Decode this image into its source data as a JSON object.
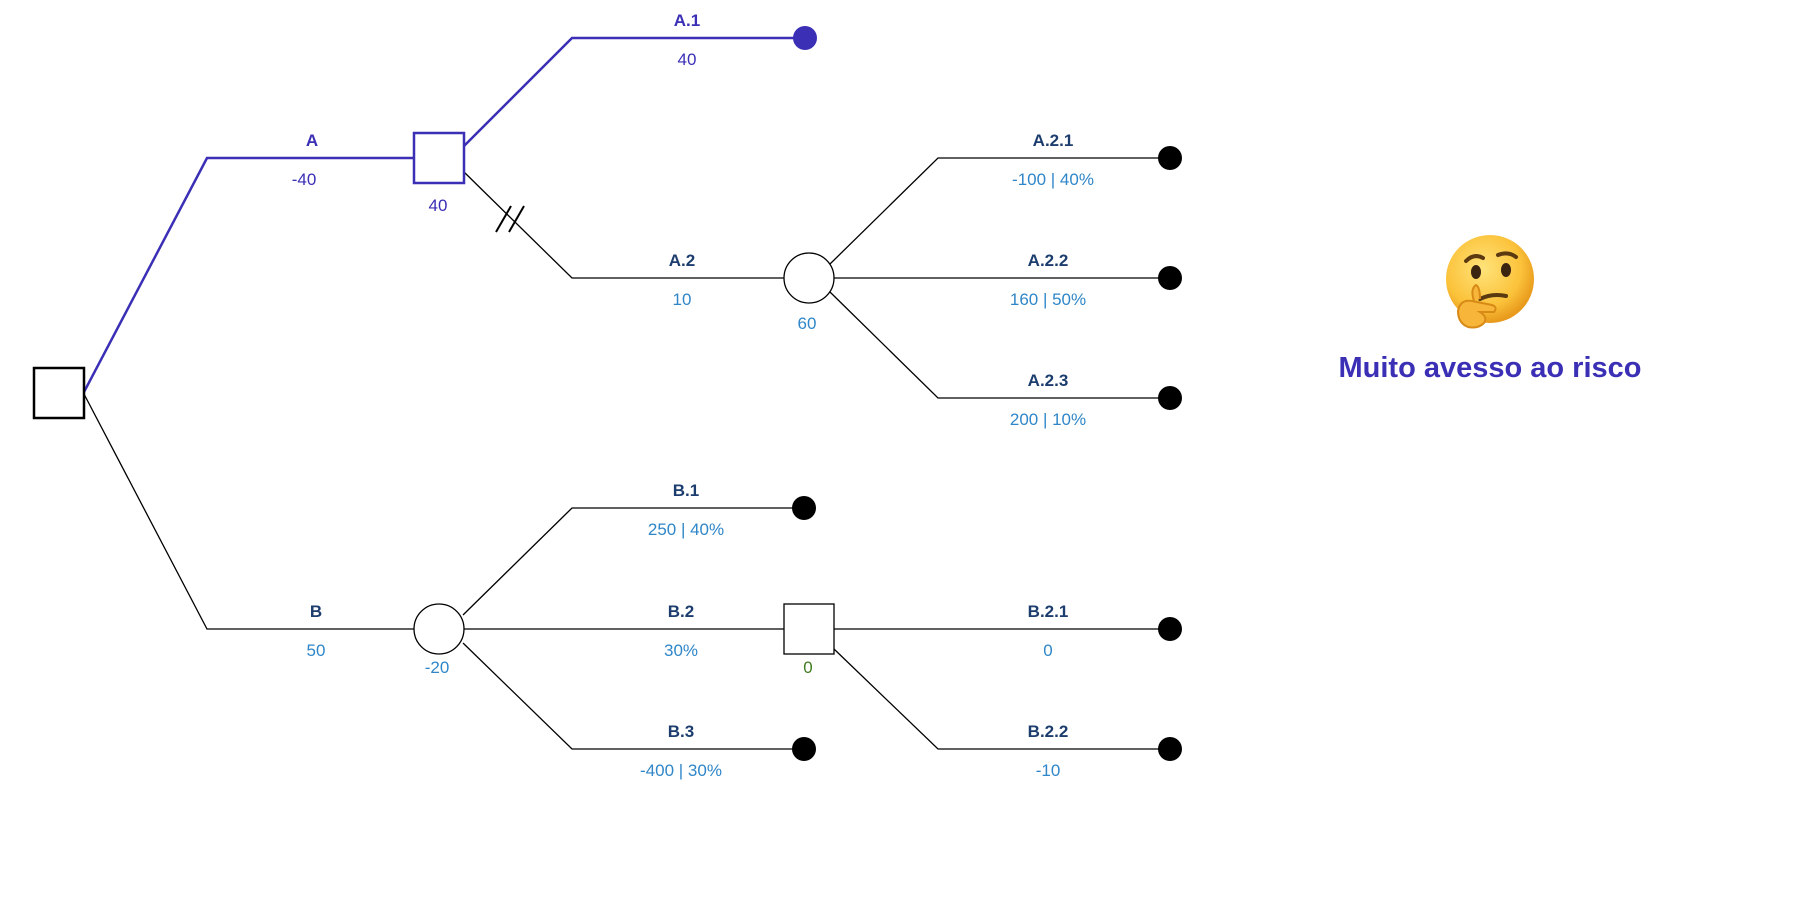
{
  "tree": {
    "root": {
      "value": ""
    },
    "branches": {
      "A": {
        "name": "A",
        "value": "-40"
      },
      "A.1": {
        "name": "A.1",
        "value": "40"
      },
      "A.2": {
        "name": "A.2",
        "value": "10"
      },
      "A.2.1": {
        "name": "A.2.1",
        "value": "-100 | 40%"
      },
      "A.2.2": {
        "name": "A.2.2",
        "value": "160 | 50%"
      },
      "A.2.3": {
        "name": "A.2.3",
        "value": "200 | 10%"
      },
      "B": {
        "name": "B",
        "value": "50"
      },
      "B.1": {
        "name": "B.1",
        "value": "250 | 40%"
      },
      "B.2": {
        "name": "B.2",
        "value": "30%"
      },
      "B.3": {
        "name": "B.3",
        "value": "-400 | 30%"
      },
      "B.2.1": {
        "name": "B.2.1",
        "value": "0"
      },
      "B.2.2": {
        "name": "B.2.2",
        "value": "-10"
      }
    },
    "nodes": {
      "decision_a": {
        "value": "40"
      },
      "chance_a2": {
        "value": "60"
      },
      "chance_b": {
        "value": "-20"
      },
      "decision_b2": {
        "value": "0"
      }
    }
  },
  "annotation": {
    "icon": "thinking-face-icon",
    "text": "Muito avesso ao risco"
  },
  "colors": {
    "selected_path": "#3a2fb5",
    "branch_name": "#1c3d6e",
    "branch_value": "#2f86c8",
    "line": "#000000",
    "node_value_green": "#3f7d1f"
  }
}
